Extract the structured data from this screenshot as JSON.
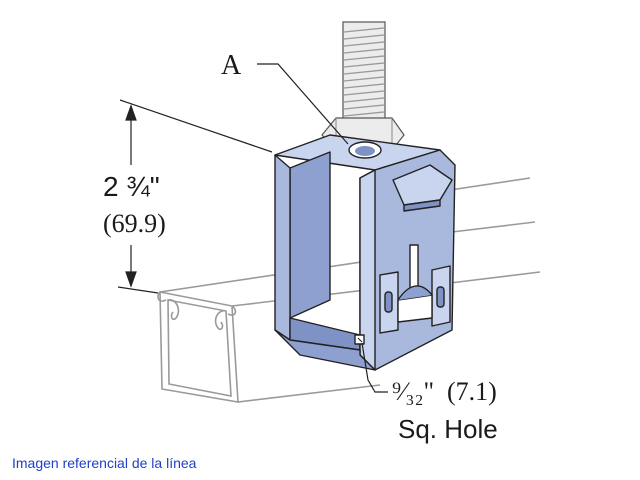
{
  "labels": {
    "callout_a": "A",
    "height_imperial": "2 ¾\"",
    "height_metric": "(69.9)",
    "hole_imperial": "⁹⁄₃₂\"",
    "hole_metric": "(7.1)",
    "hole_desc": "Sq. Hole"
  },
  "caption": "Imagen referencial de la línea",
  "colors": {
    "bracket_fill": "#a9b8dd",
    "bracket_dark": "#7e92c6",
    "bracket_light": "#c9d4ef",
    "line": "#222222",
    "channel": "#9a9a9a",
    "bolt_fill": "#ececec",
    "caption": "#1f3fc4"
  }
}
